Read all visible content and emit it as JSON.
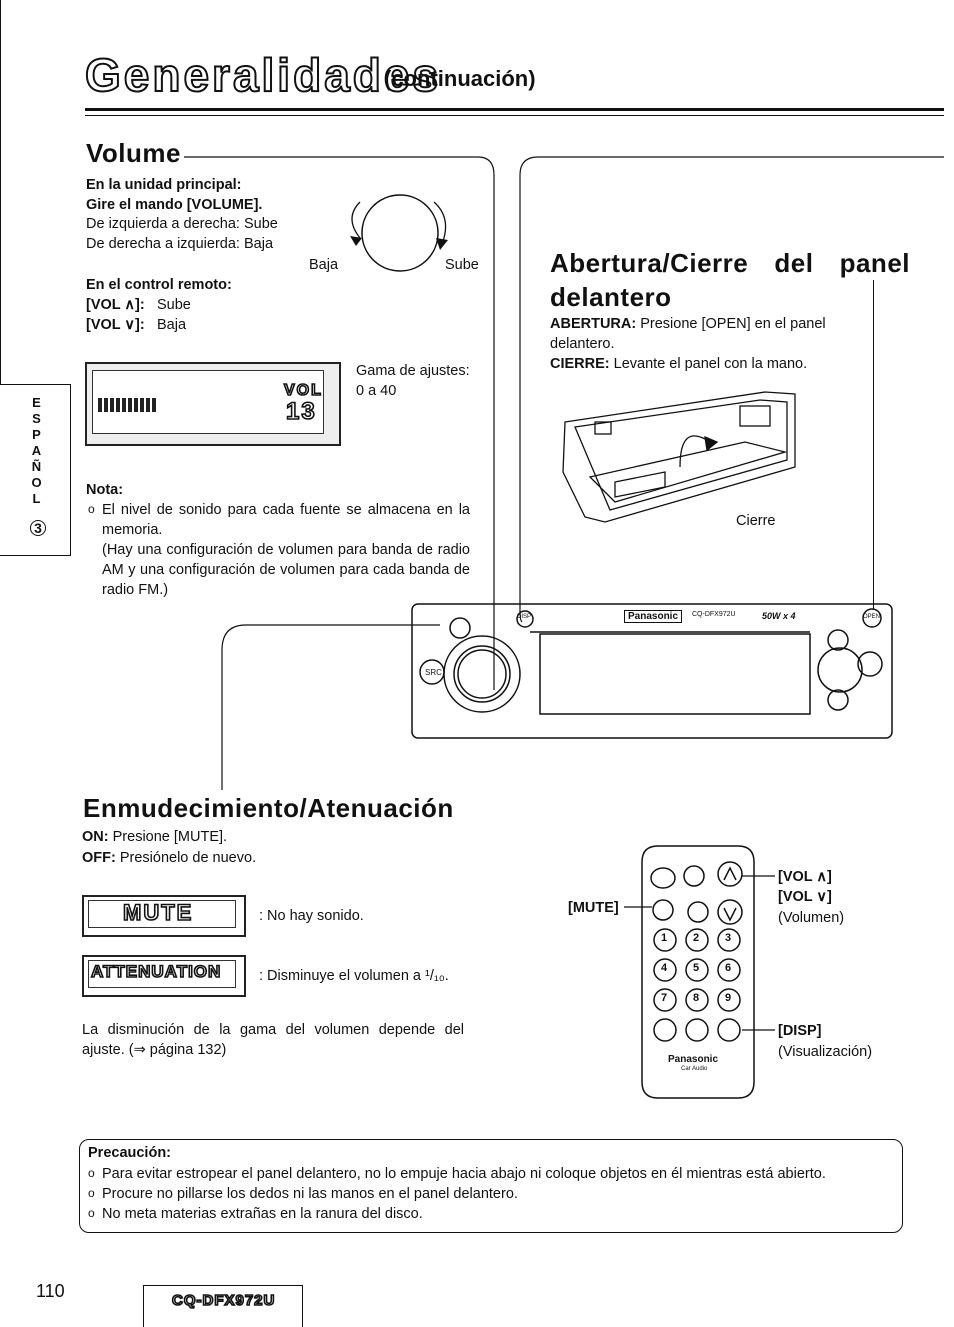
{
  "header": {
    "title": "Generalidades",
    "subtitle": "(continuación)"
  },
  "side_tab": {
    "language": "ESPAÑOL",
    "number": "3"
  },
  "volume": {
    "heading": "Volume",
    "main_unit_label": "En la unidad principal:",
    "main_unit_action": "Gire el mando [VOLUME].",
    "left_to_right": "De izquierda a derecha: Sube",
    "right_to_left": "De derecha a izquierda: Baja",
    "remote_label": "En el control remoto:",
    "vol_up_key": "[VOL ∧]:",
    "vol_up_text": "Sube",
    "vol_down_key": "[VOL ∨]:",
    "vol_down_text": "Baja",
    "knob_baja": "Baja",
    "knob_sube": "Sube",
    "display_vol": "VOL",
    "display_value": "13",
    "range_label": "Gama de ajustes:",
    "range_value": "0 a 40",
    "nota_label": "Nota:",
    "nota_text1": "El nivel de sonido para cada fuente se almacena en la memoria.",
    "nota_text2": "(Hay una configuración de volumen para banda de radio AM y una configuración de volumen para cada banda de radio FM.)"
  },
  "panel": {
    "heading": "Abertura/Cierre del panel delantero",
    "abertura_label": "ABERTURA:",
    "abertura_text": "Presione [OPEN] en el panel delantero.",
    "cierre_label": "CIERRE:",
    "cierre_text": "Levante el panel con la mano.",
    "cierre_caption": "Cierre"
  },
  "unit": {
    "brand": "Panasonic",
    "model": "CQ-DFX972U",
    "power": "50W x 4",
    "src": "SRC",
    "disp": "DISP",
    "open": "OPEN"
  },
  "mute": {
    "heading": "Enmudecimiento/Atenuación",
    "on_label": "ON:",
    "on_text": "Presione [MUTE].",
    "off_label": "OFF:",
    "off_text": "Presiónelo de nuevo.",
    "mute_display": "MUTE",
    "mute_desc": ": No hay sonido.",
    "att_display": "ATTENUATION",
    "att_desc": ": Disminuye el volumen a ¹/₁₀.",
    "note": "La disminución de la gama del volumen depende del ajuste. (⇒ página 132)"
  },
  "remote": {
    "mute_label": "[MUTE]",
    "vol_up_label": "[VOL ∧]",
    "vol_down_label": "[VOL ∨]",
    "volumen_label": "(Volumen)",
    "disp_label": "[DISP]",
    "visual_label": "(Visualización)",
    "brand": "Panasonic",
    "sub_brand": "Car Audio",
    "keys": [
      "1",
      "2",
      "3",
      "4",
      "5",
      "6",
      "7",
      "8",
      "9"
    ]
  },
  "caution": {
    "heading": "Precaución:",
    "items": [
      "Para evitar estropear el panel delantero, no lo empuje hacia abajo ni coloque objetos en él mientras está abierto.",
      "Procure no pillarse los dedos ni las manos en el panel delantero.",
      "No meta materias extrañas en la ranura del disco."
    ]
  },
  "footer": {
    "page_number": "110",
    "model": "CQ-DFX972U"
  }
}
